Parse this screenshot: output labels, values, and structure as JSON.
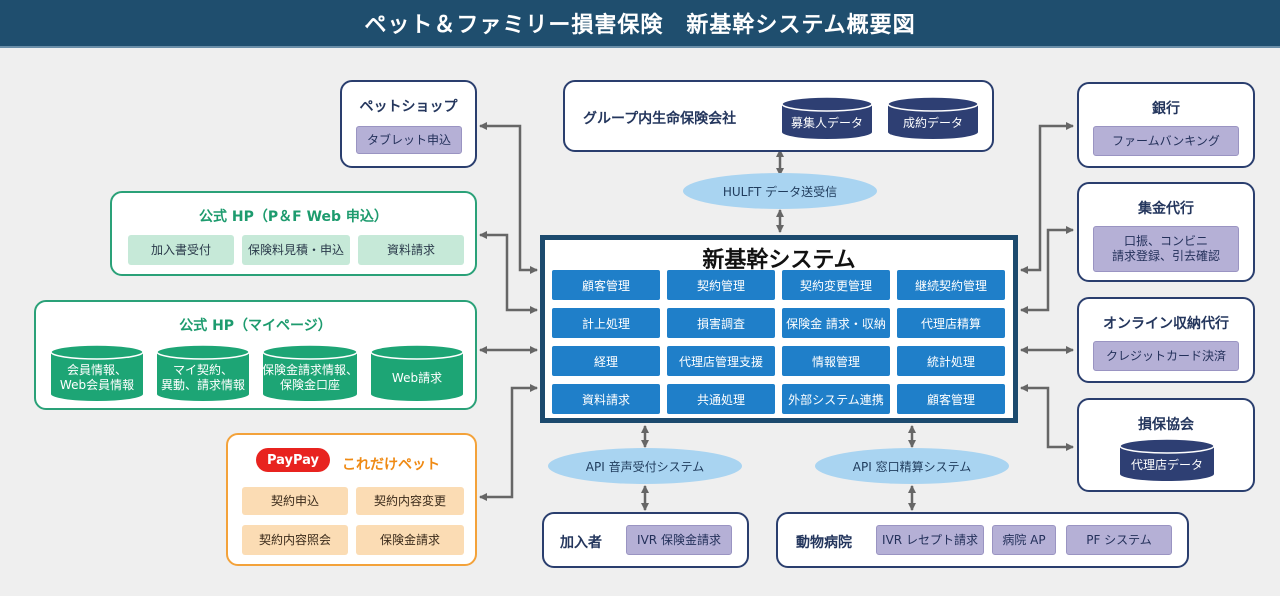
{
  "title": "ペット＆ファミリー損害保険　新基幹システム概要図",
  "core": {
    "title": "新基幹システム",
    "modules": [
      "顧客管理",
      "契約管理",
      "契約変更管理",
      "継続契約管理",
      "計上処理",
      "損害調査",
      "保険金 請求・収納",
      "代理店精算",
      "経理",
      "代理店管理支援",
      "情報管理",
      "統計処理",
      "資料請求",
      "共通処理",
      "外部システム連携",
      "顧客管理"
    ]
  },
  "pet_shop": {
    "title": "ペットショップ",
    "items": [
      "タブレット申込"
    ]
  },
  "hp_pf": {
    "title": "公式 HP（P＆F Web 申込）",
    "items": [
      "加入書受付",
      "保険料見積・申込",
      "資料請求"
    ]
  },
  "hp_my": {
    "title": "公式 HP（マイページ）",
    "items": [
      "会員情報、\nWeb会員情報",
      "マイ契約、\n異動、請求情報",
      "保険金請求情報、\n保険金口座",
      "Web請求"
    ]
  },
  "paypay": {
    "badge": "PayPay",
    "title": "これだけペット",
    "items": [
      "契約申込",
      "契約内容変更",
      "契約内容照会",
      "保険金請求"
    ]
  },
  "group_life": {
    "title": "グループ内生命保険会社",
    "items": [
      "募集人データ",
      "成約データ"
    ]
  },
  "hulft": "HULFT データ送受信",
  "bank": {
    "title": "銀行",
    "items": [
      "ファームバンキング"
    ]
  },
  "collection": {
    "title": "集金代行",
    "items": [
      "口振、コンビニ\n請求登録、引去確認"
    ]
  },
  "online": {
    "title": "オンライン収納代行",
    "items": [
      "クレジットカード決済"
    ]
  },
  "association": {
    "title": "損保協会",
    "items": [
      "代理店データ"
    ]
  },
  "api_voice": "API 音声受付システム",
  "api_window": "API 窓口精算システム",
  "member": {
    "title": "加入者",
    "items": [
      "IVR 保険金請求"
    ]
  },
  "hospital": {
    "title": "動物病院",
    "items": [
      "IVR レセプト請求",
      "病院 AP",
      "PF システム"
    ]
  },
  "colors": {
    "navy": "#2a3e6e",
    "green": "#2aa178",
    "orange": "#f3a23a",
    "core_blue": "#1f7fc9",
    "title_bar": "#1f4e6e",
    "oval": "#a9d4f1",
    "purple_chip": "#b5b0d6"
  }
}
